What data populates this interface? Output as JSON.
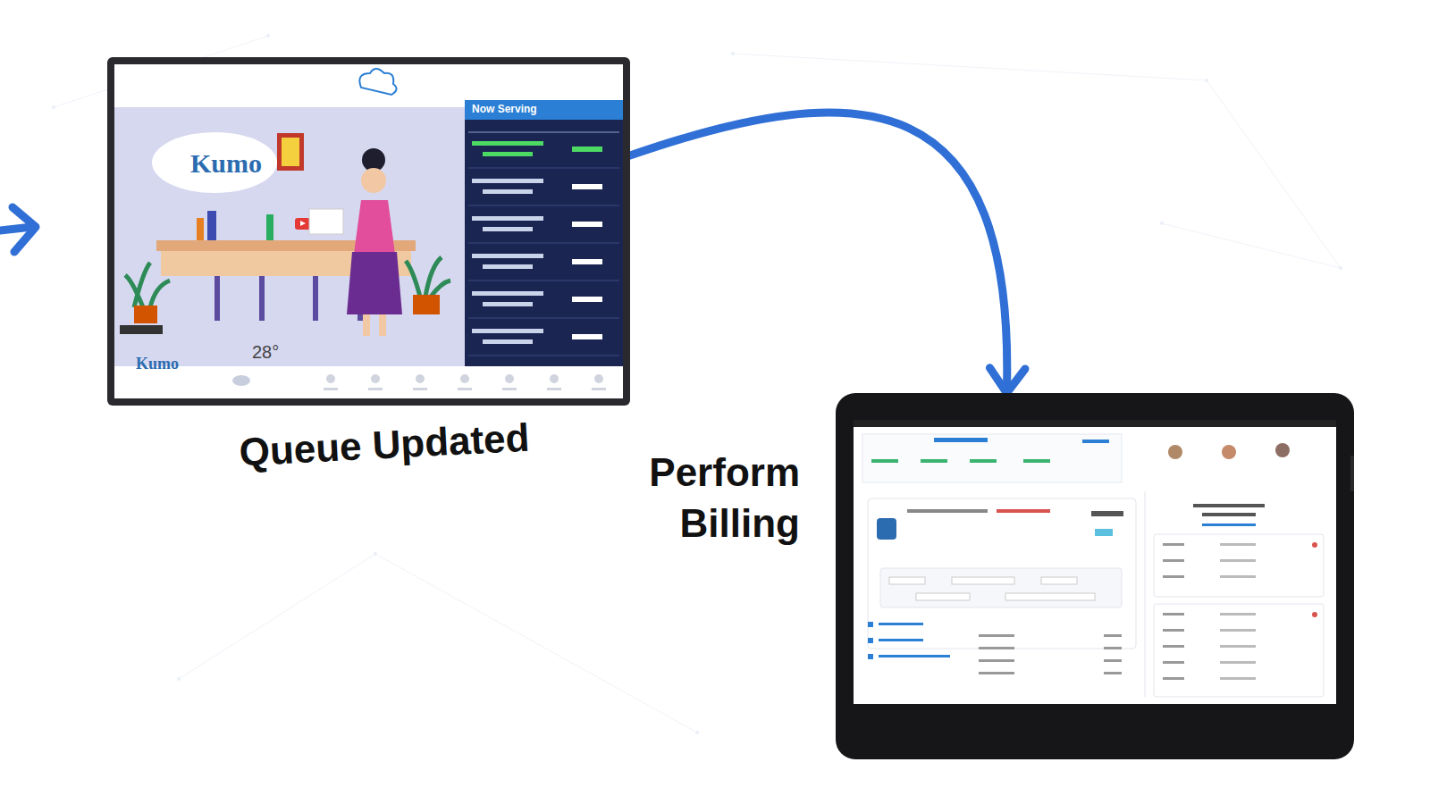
{
  "diagram": {
    "nodes": [
      {
        "text": [
          "Queue Updated"
        ]
      },
      {
        "text": [
          "Perform Billing"
        ]
      }
    ],
    "edges": [
      {
        "from": 0,
        "to": 1,
        "arrow": "to"
      }
    ],
    "labels": [
      "Now Serving",
      "Kumo",
      "28°",
      "Kumo"
    ]
  }
}
